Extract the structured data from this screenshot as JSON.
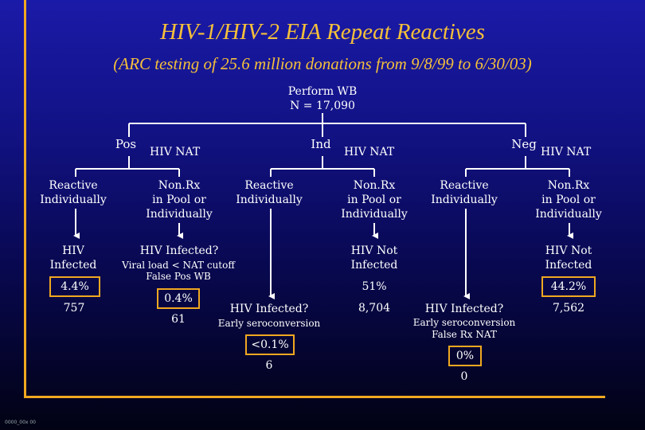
{
  "title": "HIV-1/HIV-2 EIA Repeat Reactives",
  "subtitle": "(ARC testing of 25.6 million donations from 9/8/99 to 6/30/03)",
  "root": {
    "line1": "Perform WB",
    "line2": "N = 17,090"
  },
  "branches": {
    "pos": "Pos",
    "ind": "Ind",
    "neg": "Neg"
  },
  "nat_labels": {
    "pos": "HIV NAT",
    "ind": "HIV NAT",
    "neg": "HIV NAT"
  },
  "pos": {
    "reactive": {
      "line1": "Reactive",
      "line2": "Individually",
      "outcome1": "HIV",
      "outcome2": "Infected",
      "percent": "4.4%",
      "count": "757"
    },
    "nonrx": {
      "line1": "Non.Rx",
      "line2": "in Pool or",
      "line3": "Individually",
      "outcome": "HIV Infected?",
      "note1": "Viral load < NAT cutoff",
      "note2": "False Pos WB",
      "percent": "0.4%",
      "count": "61"
    }
  },
  "ind": {
    "reactive": {
      "line1": "Reactive",
      "line2": "Individually",
      "outcome": "HIV Infected?",
      "note": "Early seroconversion",
      "percent": "<0.1%",
      "count": "6"
    },
    "nonrx": {
      "line1": "Non.Rx",
      "line2": "in Pool or",
      "line3": "Individually",
      "outcome1": "HIV Not",
      "outcome2": "Infected",
      "percent": "51%",
      "count": "8,704"
    }
  },
  "neg": {
    "reactive": {
      "line1": "Reactive",
      "line2": "Individually",
      "outcome": "HIV Infected?",
      "note1": "Early seroconversion",
      "note2": "False Rx NAT",
      "percent": "0%",
      "count": "0"
    },
    "nonrx": {
      "line1": "Non.Rx",
      "line2": "in Pool or",
      "line3": "Individually",
      "outcome1": "HIV Not",
      "outcome2": "Infected",
      "percent": "44.2%",
      "count": "7,562"
    }
  },
  "footer": "0000_00x  00"
}
